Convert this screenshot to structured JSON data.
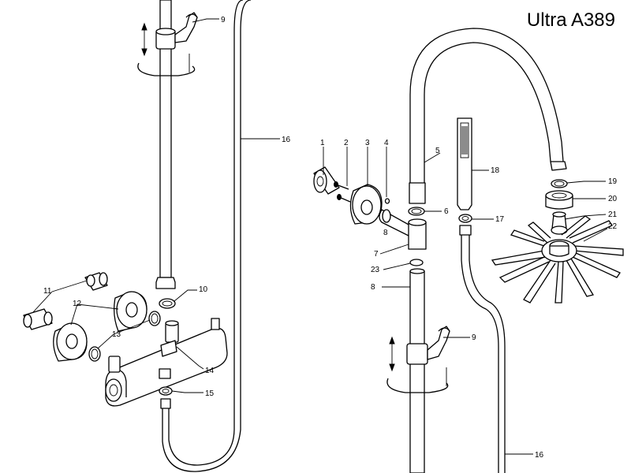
{
  "title": "Ultra A389",
  "callouts": [
    {
      "id": "c9a",
      "label": "9"
    },
    {
      "id": "c10",
      "label": "10"
    },
    {
      "id": "c11",
      "label": "11"
    },
    {
      "id": "c12",
      "label": "12"
    },
    {
      "id": "c13",
      "label": "13"
    },
    {
      "id": "c14",
      "label": "14"
    },
    {
      "id": "c15",
      "label": "15"
    },
    {
      "id": "c16a",
      "label": "16"
    },
    {
      "id": "c1",
      "label": "1"
    },
    {
      "id": "c2",
      "label": "2"
    },
    {
      "id": "c3",
      "label": "3"
    },
    {
      "id": "c4",
      "label": "4"
    },
    {
      "id": "c5",
      "label": "5"
    },
    {
      "id": "c6",
      "label": "6"
    },
    {
      "id": "c7",
      "label": "7"
    },
    {
      "id": "c8b",
      "label": "8"
    },
    {
      "id": "c8",
      "label": "8"
    },
    {
      "id": "c23",
      "label": "23"
    },
    {
      "id": "c18",
      "label": "18"
    },
    {
      "id": "c17",
      "label": "17"
    },
    {
      "id": "c19",
      "label": "19"
    },
    {
      "id": "c20",
      "label": "20"
    },
    {
      "id": "c21",
      "label": "21"
    },
    {
      "id": "c22",
      "label": "22"
    },
    {
      "id": "c9b",
      "label": "9"
    },
    {
      "id": "c16b",
      "label": "16"
    }
  ]
}
